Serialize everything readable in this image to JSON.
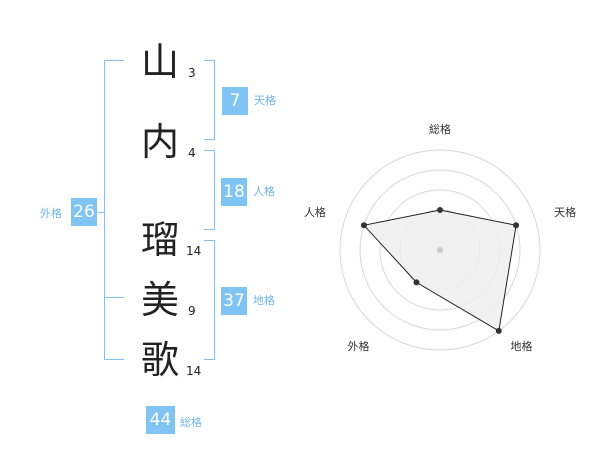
{
  "name": {
    "characters": [
      {
        "char": "山",
        "strokes": "3"
      },
      {
        "char": "内",
        "strokes": "4"
      },
      {
        "char": "瑠",
        "strokes": "14"
      },
      {
        "char": "美",
        "strokes": "9"
      },
      {
        "char": "歌",
        "strokes": "14"
      }
    ]
  },
  "fortunes": {
    "tenkaku": {
      "value": "7",
      "label": "天格"
    },
    "jinkaku": {
      "value": "18",
      "label": "人格"
    },
    "chikaku": {
      "value": "37",
      "label": "地格"
    },
    "gaikaku": {
      "value": "26",
      "label": "外格"
    },
    "soukaku": {
      "value": "44",
      "label": "総格"
    }
  },
  "colors": {
    "accent": "#7fc4f3",
    "accent_text": "#6fb6ea",
    "radar_fill": "#eeeeee",
    "radar_stroke": "#222222"
  },
  "chart_data": {
    "type": "radar",
    "axes": [
      "総格",
      "天格",
      "地格",
      "外格",
      "人格"
    ],
    "values": [
      2,
      4,
      5,
      2,
      4
    ],
    "range": [
      0,
      5
    ]
  }
}
